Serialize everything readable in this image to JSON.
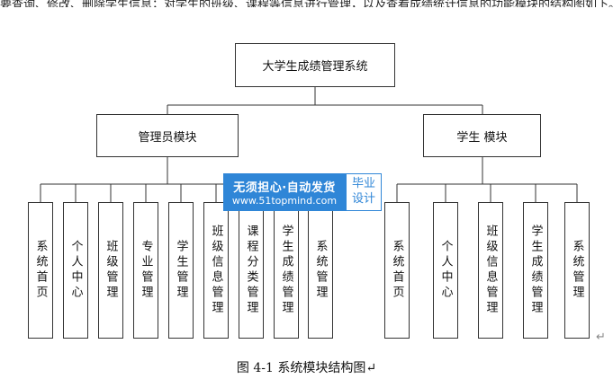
{
  "top_fragment": "要查询、修改、删除学生信息；对学生的班级、课程等信息进行管理，以及查看成绩统计信息的功能模块的结构图如下。",
  "root": "大学生成绩管理系统",
  "admin_module": {
    "title": "管理员模块",
    "items": [
      "系统首页",
      "个人中心",
      "班级管理",
      "专业管理",
      "学生管理",
      "班级信息管理",
      "课程分类管理",
      "学生成绩管理",
      "系统管理"
    ]
  },
  "student_module": {
    "title": "学生 模块",
    "items": [
      "系统首页",
      "个人中心",
      "班级信息管理",
      "学生成绩管理",
      "系统管理"
    ]
  },
  "watermark": {
    "line1": "无须担心·自动发货",
    "line2": "www.51topmind.com",
    "badge_top": "毕业",
    "badge_bottom": "设计"
  },
  "caption": "图 4-1 系统模块结构图↵",
  "return_mark": "↵"
}
